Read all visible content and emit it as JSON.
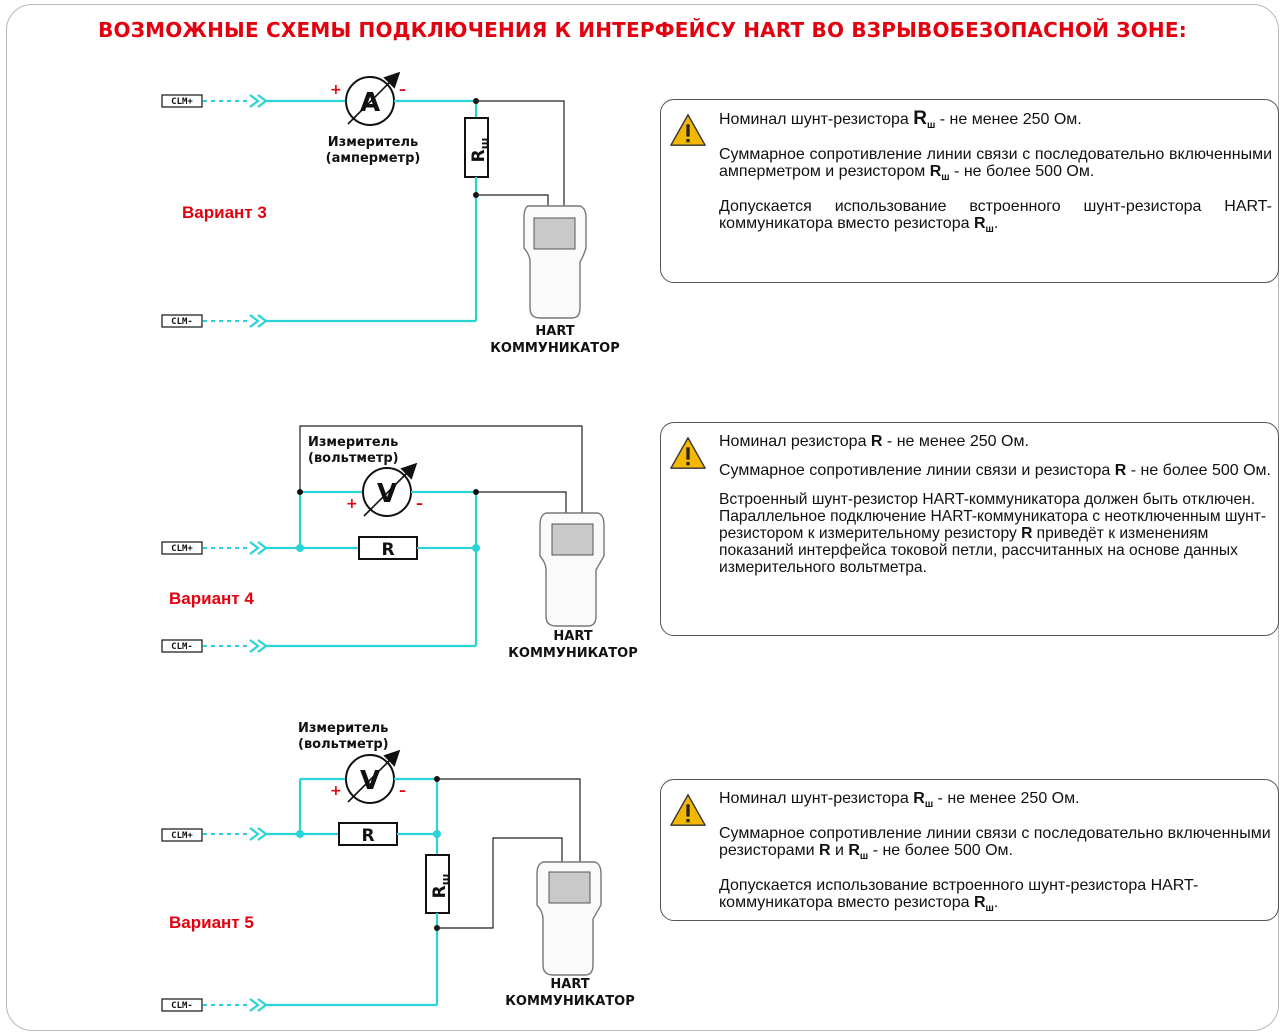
{
  "title": "ВОЗМОЖНЫЕ СХЕМЫ ПОДКЛЮЧЕНИЯ К ИНТЕРФЕЙСУ HART ВО ВЗРЫВОБЕЗОПАСНОЙ ЗОНЕ:",
  "terminals": {
    "plus": "CLM+",
    "minus": "CLM-"
  },
  "device_label": {
    "line1": "HART",
    "line2": "КОММУНИКАТОР"
  },
  "signs": {
    "plus": "+",
    "minus": "–"
  },
  "variant3": {
    "name": "Вариант 3",
    "meter_letter": "A",
    "meter_label1": "Измеритель",
    "meter_label2": "(амперметр)",
    "resistor_label": "R",
    "resistor_sub": "ш"
  },
  "variant4": {
    "name": "Вариант 4",
    "meter_letter": "V",
    "meter_label1": "Измеритель",
    "meter_label2": "(вольтметр)",
    "resistor_label": "R"
  },
  "variant5": {
    "name": "Вариант 5",
    "meter_letter": "V",
    "meter_label1": "Измеритель",
    "meter_label2": "(вольтметр)",
    "resistor_label": "R",
    "shunt_label": "R",
    "shunt_sub": "ш"
  },
  "notes": {
    "n3": {
      "p1_a": "Номинал шунт-резистора ",
      "p1_r": "R",
      "p1_sub": "ш",
      "p1_b": " - не менее 250 Ом.",
      "p2_a": "Суммарное сопротивление линии связи с последовательно включенными амперметром и резистором ",
      "p2_r": "R",
      "p2_sub": "ш",
      "p2_b": " - не более 500  Ом.",
      "p3_a": "Допускается использование встроенного   шунт-резистора HART-коммуникатора вместо резистора ",
      "p3_r": "R",
      "p3_sub": "ш",
      "p3_b": "."
    },
    "n4": {
      "p1_a": "Номинал резистора ",
      "p1_r": "R",
      "p1_b": " - не менее 250 Ом.",
      "p2_a": "Суммарное сопротивление линии связи и резистора ",
      "p2_r": "R",
      "p2_b": " - не более 500 Ом.",
      "p3_a": "Встроенный  шунт-резистор HART-коммуникатора должен быть отключен. Параллельное подключение HART-коммуникатора с неотключенным шунт-резистором к измерительному резистору ",
      "p3_r": "R",
      "p3_b": " приведёт к изменениям показаний интерфейса токовой петли, рассчитанных на основе данных измерительного вольтметра."
    },
    "n5": {
      "p1_a": "Номинал шунт-резистора ",
      "p1_r": "R",
      "p1_sub": "ш",
      "p1_b": " - не менее 250 Ом.",
      "p2_a": "Суммарное сопротивление линии связи с последовательно включенными резисторами ",
      "p2_r1": "R",
      "p2_mid": " и ",
      "p2_r2": "R",
      "p2_sub": "ш",
      "p2_b": " - не более 500 Ом.",
      "p3_a": "Допускается использование встроенного   шунт-резистора HART-коммуникатора вместо резистора ",
      "p3_r": "R",
      "p3_sub": "ш",
      "p3_b": "."
    }
  },
  "colors": {
    "title": "#e3000f",
    "wire": "#2ad3d6",
    "warning": "#f5b800"
  },
  "icons": {
    "warning": "warning-triangle-icon",
    "device": "hart-communicator-icon"
  }
}
